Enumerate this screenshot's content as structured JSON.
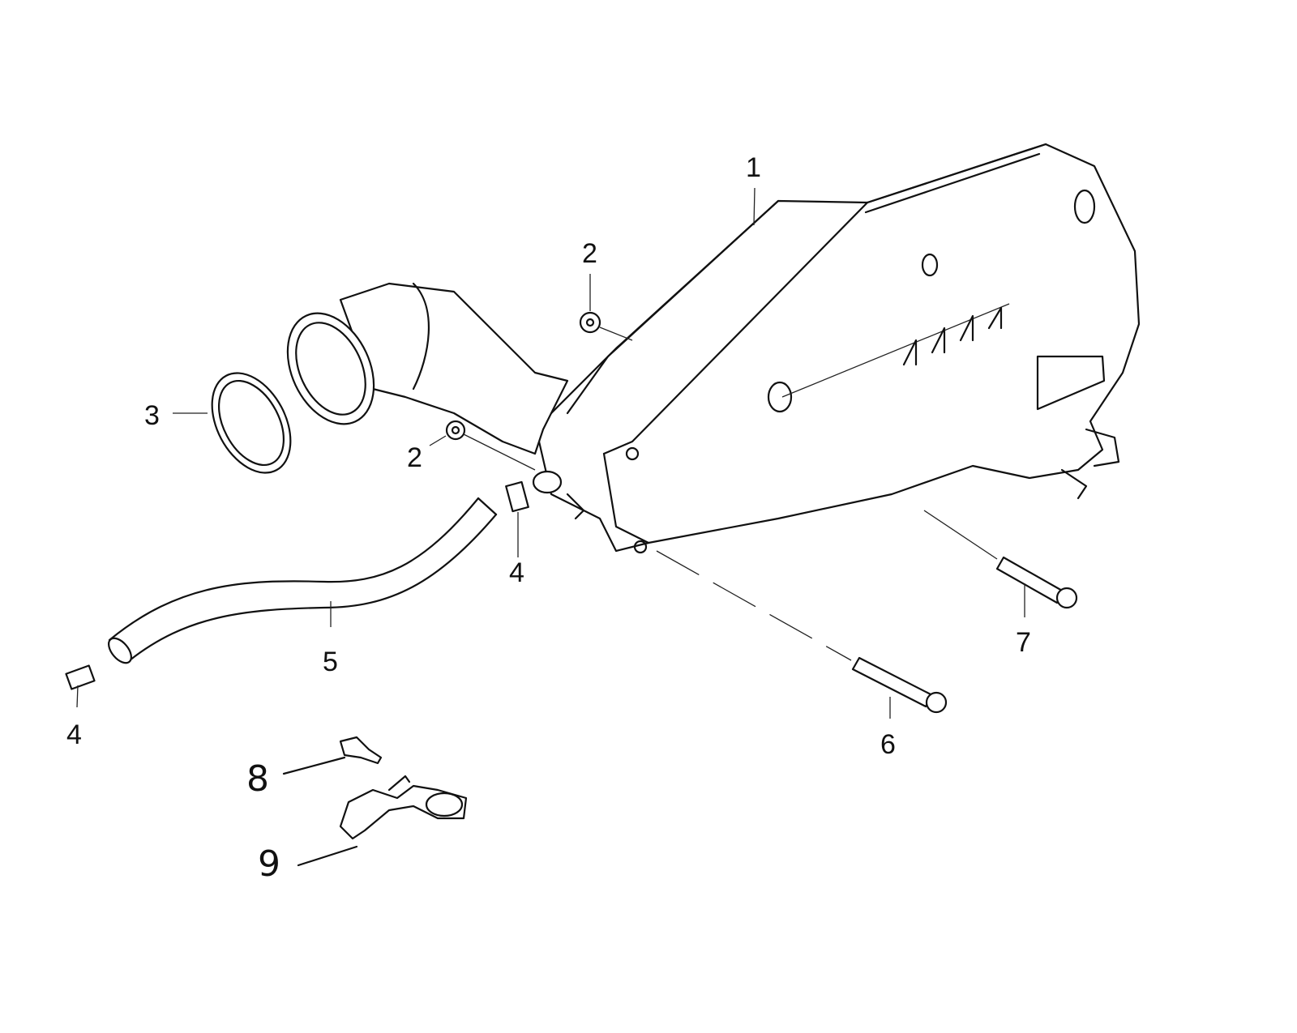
{
  "diagram": {
    "type": "exploded parts diagram",
    "callouts": [
      {
        "id": "c1",
        "text": "1"
      },
      {
        "id": "c2a",
        "text": "2"
      },
      {
        "id": "c2b",
        "text": "2"
      },
      {
        "id": "c3",
        "text": "3"
      },
      {
        "id": "c4a",
        "text": "4"
      },
      {
        "id": "c4b",
        "text": "4"
      },
      {
        "id": "c5",
        "text": "5"
      },
      {
        "id": "c6",
        "text": "6"
      },
      {
        "id": "c7",
        "text": "7"
      },
      {
        "id": "c8",
        "text": "8"
      },
      {
        "id": "c9",
        "text": "9"
      }
    ]
  }
}
